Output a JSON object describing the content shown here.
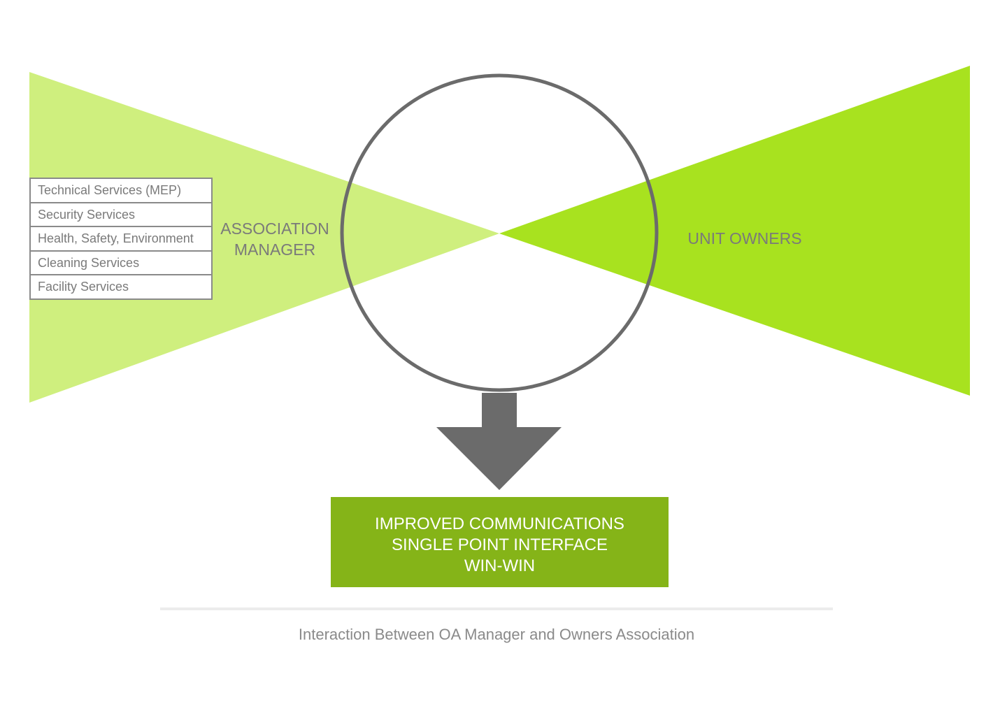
{
  "diagram": {
    "left_services": [
      "Technical Services (MEP)",
      "Security Services",
      "Health, Safety, Environment",
      "Cleaning Services",
      "Facility Services"
    ],
    "left_party": {
      "line1": "ASSOCIATION",
      "line2": "MANAGER"
    },
    "right_party": "UNIT OWNERS",
    "outcome": {
      "line1": "IMPROVED COMMUNICATIONS",
      "line2": "SINGLE POINT INTERFACE",
      "line3": "WIN-WIN"
    },
    "caption": "Interaction Between OA Manager and Owners Association"
  },
  "colors": {
    "left_wedge": "#cfef7e",
    "right_wedge": "#a8e21f",
    "circle_stroke": "#6b6b6b",
    "arrow": "#6b6b6b",
    "outcome_box": "#85b418",
    "text_gray": "#7a7a7a"
  }
}
